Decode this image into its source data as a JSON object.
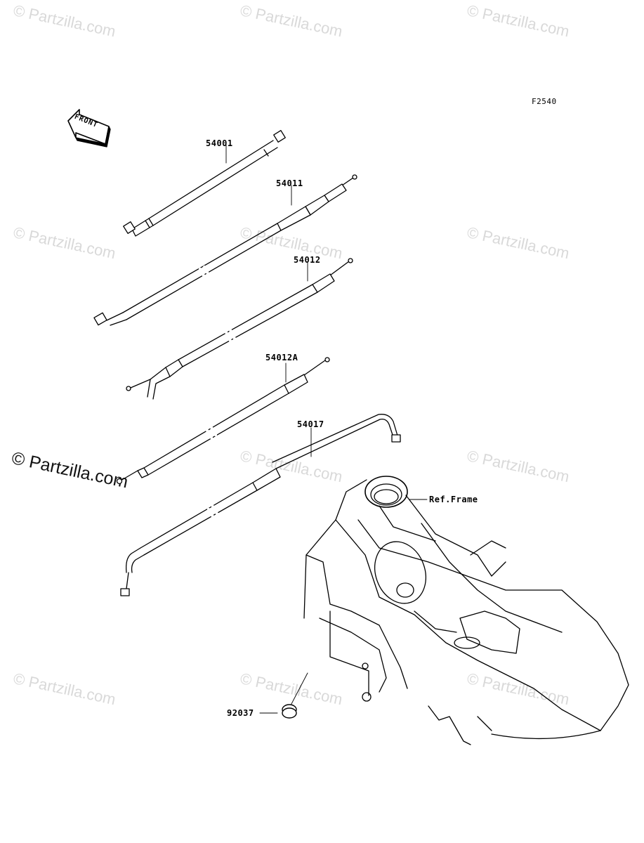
{
  "figure_code": "F2540",
  "front_label": "FRONT",
  "watermark": "© Partzilla.com",
  "watermark_main": "© Partzilla.com",
  "parts": [
    {
      "number": "54001"
    },
    {
      "number": "54011"
    },
    {
      "number": "54012"
    },
    {
      "number": "54012A"
    },
    {
      "number": "54017"
    },
    {
      "number": "92037"
    }
  ],
  "reference_label": "Ref.Frame"
}
